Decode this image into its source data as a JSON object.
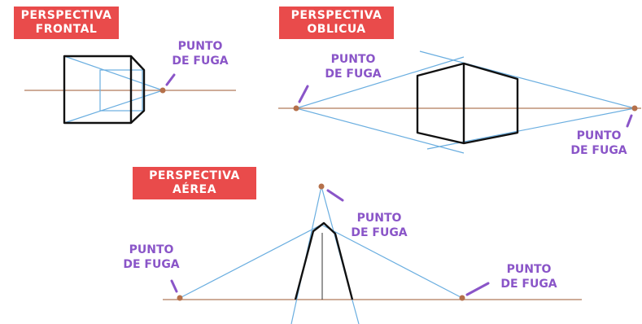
{
  "colors": {
    "tag_bg": "#e94b4b",
    "tag_text": "#ffffff",
    "label": "#8a55c8",
    "horizon": "#b07a5a",
    "guide": "#6aaee0",
    "solid": "#111111",
    "point": "#b5704a"
  },
  "frontal": {
    "tag": [
      "PERSPECTIVA",
      "FRONTAL"
    ],
    "point_label": [
      "PUNTO",
      "DE FUGA"
    ]
  },
  "oblicua": {
    "tag": [
      "PERSPECTIVA",
      "OBLICUA"
    ],
    "point_label_left": [
      "PUNTO",
      "DE FUGA"
    ],
    "point_label_right": [
      "PUNTO",
      "DE FUGA"
    ]
  },
  "aerea": {
    "tag": [
      "PERSPECTIVA",
      "AÉREA"
    ],
    "point_label_left": [
      "PUNTO",
      "DE FUGA"
    ],
    "point_label_top": [
      "PUNTO",
      "DE FUGA"
    ],
    "point_label_right": [
      "PUNTO",
      "DE FUGA"
    ]
  }
}
